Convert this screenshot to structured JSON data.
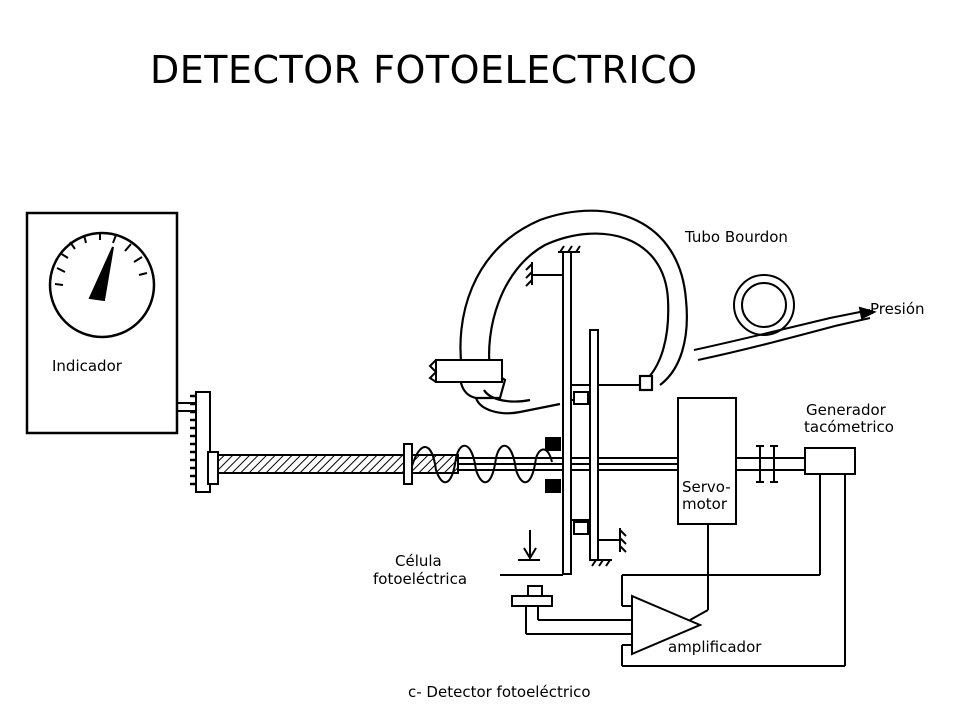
{
  "title": "DETECTOR FOTOELECTRICO",
  "labels": {
    "indicador": "Indicador",
    "tubo_bourdon": "Tubo Bourdon",
    "presion": "Presión",
    "generador_1": "Generador",
    "generador_2": "tacómetrico",
    "servo_1": "Servo-",
    "servo_2": "motor",
    "celula_1": "Célula",
    "celula_2": "fotoeléctrica",
    "amplificador": "amplificador"
  },
  "caption": "c- Detector fotoeléctrico"
}
